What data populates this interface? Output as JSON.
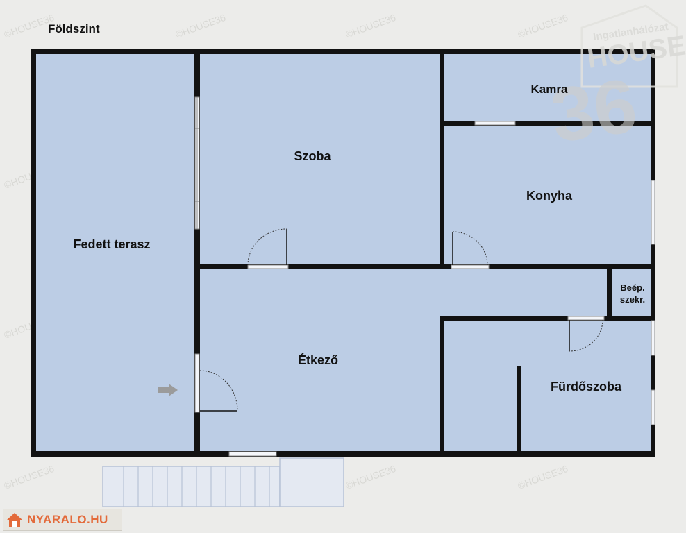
{
  "floor_title": "Földszint",
  "rooms": {
    "terrace": "Fedett terasz",
    "room": "Szoba",
    "pantry": "Kamra",
    "kitchen": "Konyha",
    "dining": "Étkező",
    "closet_line1": "Beép.",
    "closet_line2": "szekr.",
    "bathroom": "Fürdőszoba"
  },
  "watermark": "©HOUSE36",
  "brand": {
    "line1": "Ingatlanhálózat",
    "line2": "HOUSE",
    "line3": "36"
  },
  "logo_text": "NYARALO.HU",
  "colors": {
    "background": "#ececea",
    "room_fill": "#bccde5",
    "wall": "#121212",
    "logo_accent": "#e36a3a"
  }
}
